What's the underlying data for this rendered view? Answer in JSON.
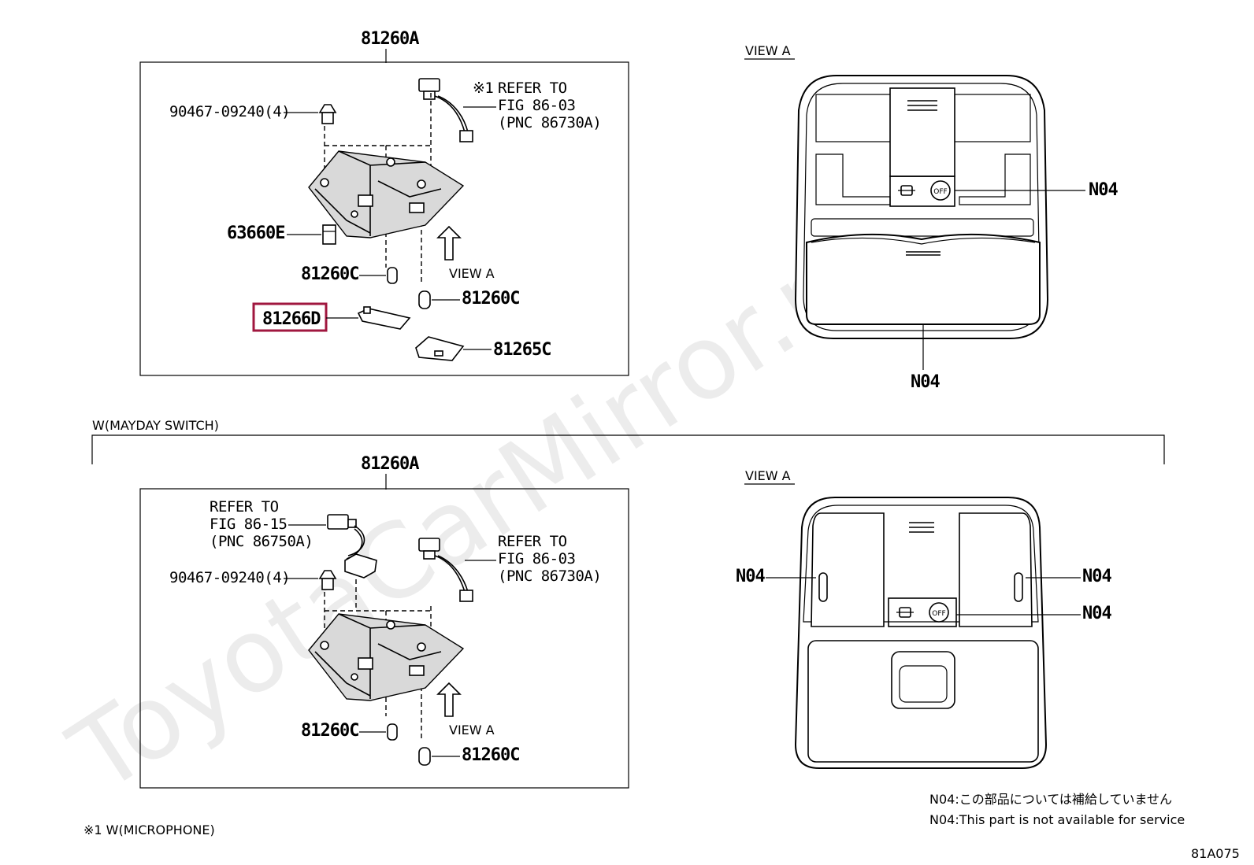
{
  "watermark": "ToyotaCarMirror.ru",
  "top": {
    "assembly_label": "81260A",
    "refer_note_mark": "※1",
    "refer_line1": "REFER TO",
    "refer_line2": "FIG 86-03",
    "refer_line3": "(PNC 86730A)",
    "screw_label": "90467-09240(4)",
    "clip_label": "63660E",
    "bulb_left_label": "81260C",
    "bulb_right_label": "81260C",
    "view_arrow_label": "VIEW A",
    "highlighted_label": "81266D",
    "lens_label": "81265C",
    "highlight_color": "#a0173f"
  },
  "top_view": {
    "title": "VIEW A",
    "switch_label": "N04",
    "lid_label": "N04",
    "off_text": "OFF"
  },
  "section_label": "W(MAYDAY SWITCH)",
  "bottom": {
    "assembly_label": "81260A",
    "refer_a_line1": "REFER TO",
    "refer_a_line2": "FIG 86-15",
    "refer_a_line3": "(PNC 86750A)",
    "refer_b_line1": "REFER TO",
    "refer_b_line2": "FIG 86-03",
    "refer_b_line3": "(PNC 86730A)",
    "screw_label": "90467-09240(4)",
    "bulb_left_label": "81260C",
    "bulb_right_label": "81260C",
    "view_arrow_label": "VIEW A"
  },
  "bottom_view": {
    "title": "VIEW A",
    "left_label": "N04",
    "right_label": "N04",
    "switch_label": "N04",
    "off_text": "OFF"
  },
  "notes": {
    "jp": "N04:この部品については補給していません",
    "en": "N04:This part is not available for service",
    "footnote": "※1 W(MICROPHONE)",
    "figure_id": "81A075"
  }
}
